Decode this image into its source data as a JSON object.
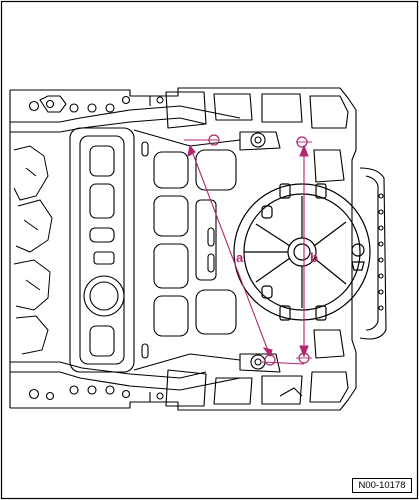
{
  "figure": {
    "reference_code": "N00-10178",
    "dimensions": [
      {
        "label": "a"
      },
      {
        "label": "b"
      }
    ],
    "colors": {
      "line": "#000000",
      "dimension": "#b2256e",
      "background": "#ffffff"
    }
  }
}
